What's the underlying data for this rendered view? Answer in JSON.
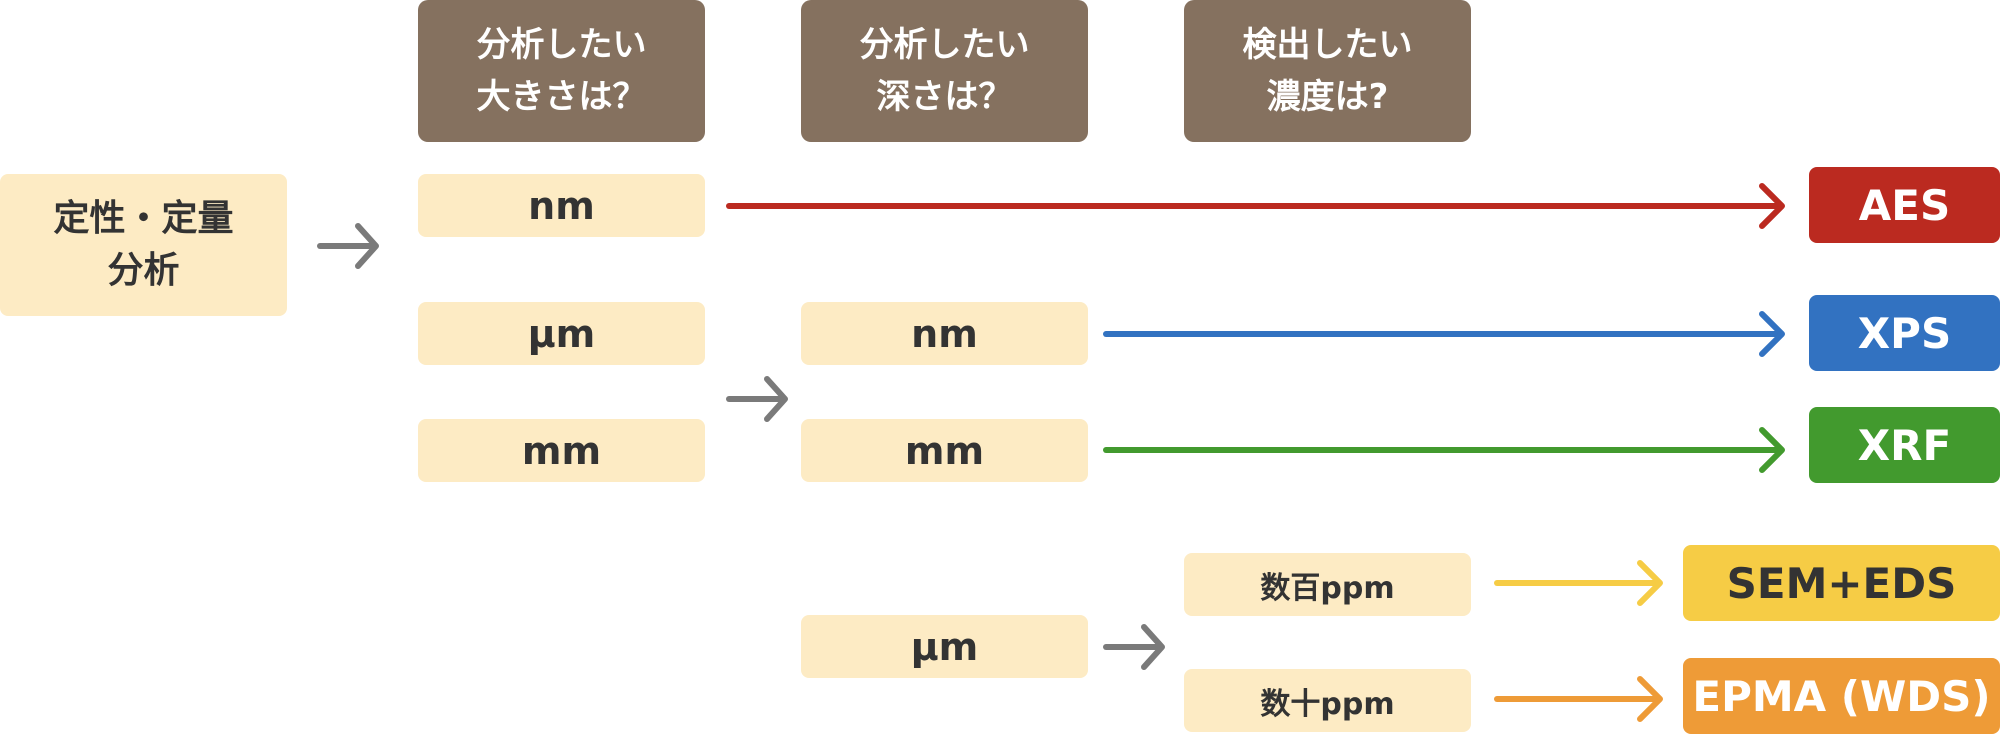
{
  "headers": {
    "size": [
      "分析したい",
      "大きさは？"
    ],
    "depth": [
      "分析したい",
      "深さは？"
    ],
    "concentration": [
      "検出したい",
      "濃度は?"
    ]
  },
  "start": {
    "line1": "定性・定量",
    "line2": "分析"
  },
  "size_options": {
    "nm": "nm",
    "um": "μm",
    "mm": "mm"
  },
  "depth_options": {
    "nm": "nm",
    "mm": "mm",
    "um": "μm"
  },
  "concentration_options": {
    "hundreds": "数百ppm",
    "tens": "数十ppm"
  },
  "results": {
    "aes": {
      "label": "AES",
      "color": "#bb2a20"
    },
    "xps": {
      "label": "XPS",
      "color": "#3272c1"
    },
    "xrf": {
      "label": "XRF",
      "color": "#429a2e"
    },
    "sem": {
      "label": "SEM+EDS",
      "color": "#f6cc45"
    },
    "epma": {
      "label": "EPMA (WDS)",
      "color": "#ee9b37"
    }
  },
  "arrow_colors": {
    "neutral": "#7a7a7a"
  }
}
